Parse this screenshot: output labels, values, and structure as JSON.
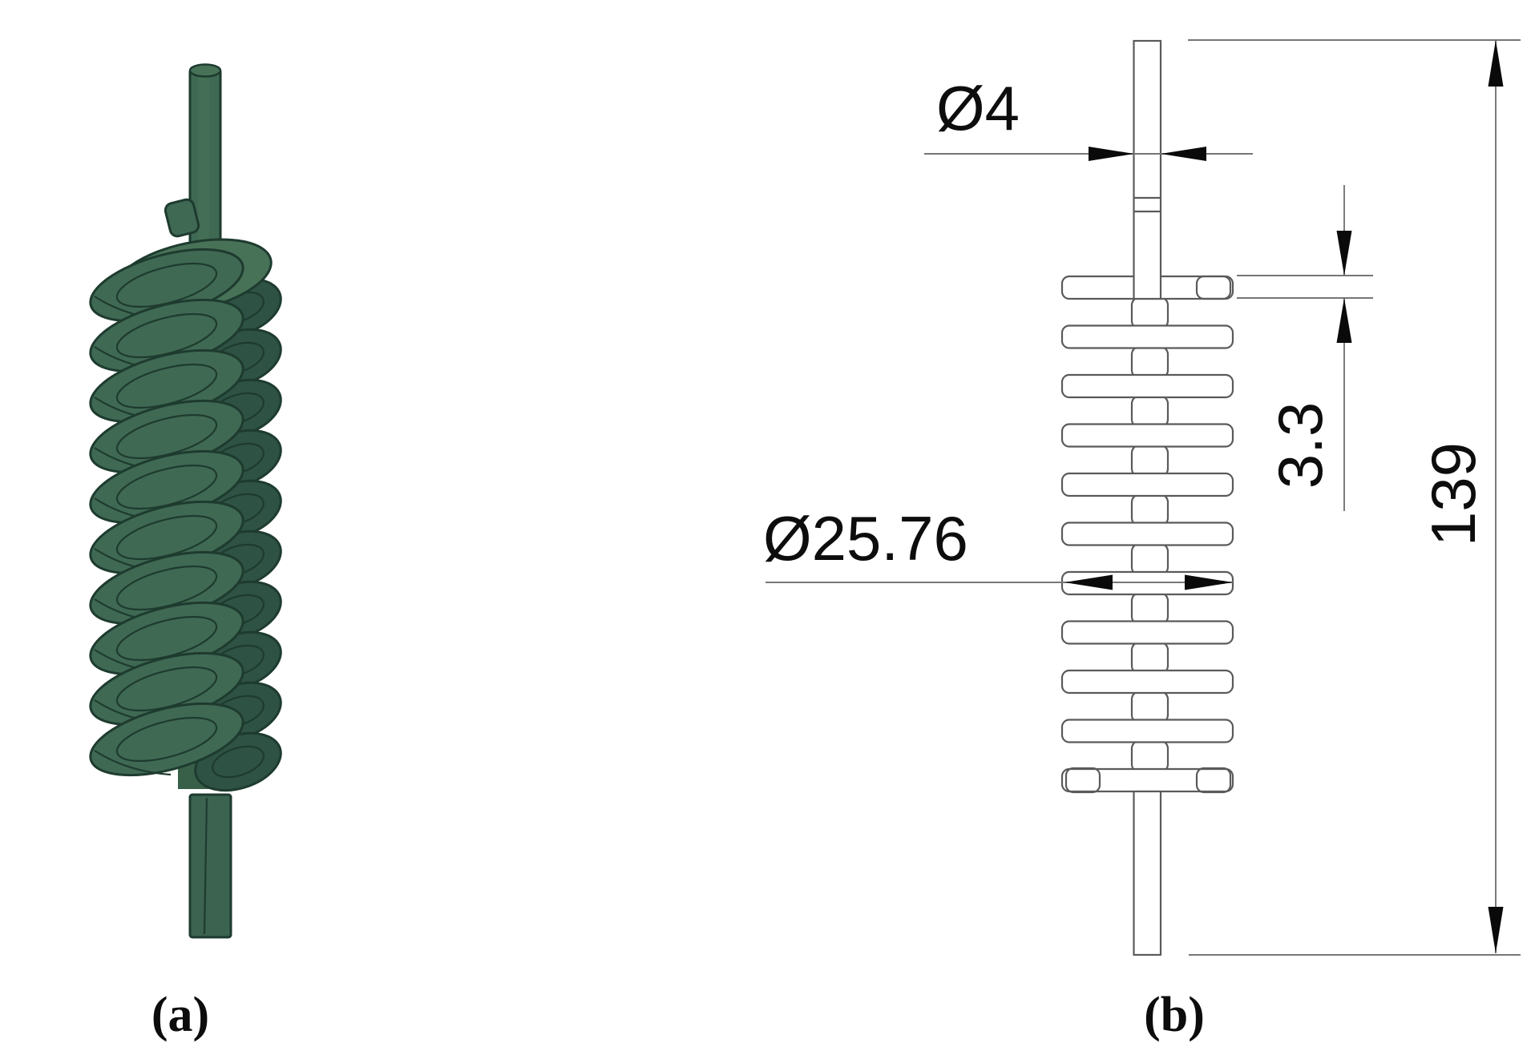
{
  "figure": {
    "captions": {
      "a": "(a)",
      "b": "(b)"
    },
    "render_3d": {
      "helix_turns": 10,
      "palette": {
        "outline": "#1e3b2f",
        "mid_green": "#3f6953",
        "dark_green": "#2e5244",
        "light_green": "#487257",
        "column_green": "#386049",
        "rod_green": "#3b6350"
      }
    },
    "drawing_2d": {
      "fin_count": 11,
      "dimensions": {
        "shaft_diameter": {
          "label": "Ø4",
          "value": 4
        },
        "fin_diameter": {
          "label": "Ø25.76",
          "value": 25.76
        },
        "fin_pitch": {
          "label": "3.3",
          "value": 3.3
        },
        "total_length": {
          "label": "139",
          "value": 139
        }
      },
      "palette": {
        "part_line": "#5a5a5a",
        "dim_line": "#767676",
        "arrow": "#0a0a0a"
      }
    }
  }
}
